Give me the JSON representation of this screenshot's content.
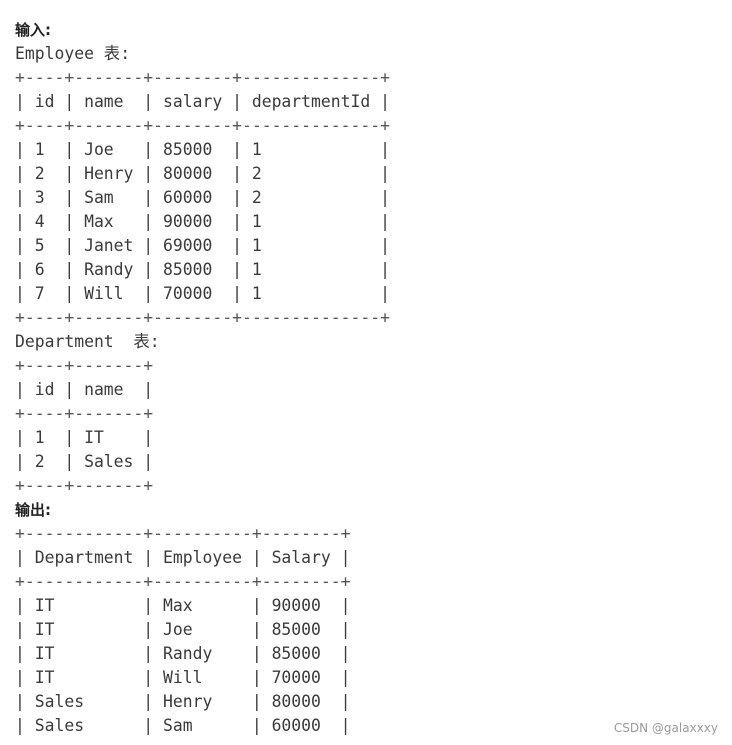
{
  "input_heading": "输入:",
  "employee_title": "Employee 表:",
  "employee_table_lines": [
    "+----+-------+--------+--------------+",
    "| id | name  | salary | departmentId |",
    "+----+-------+--------+--------------+",
    "| 1  | Joe   | 85000  | 1            |",
    "| 2  | Henry | 80000  | 2            |",
    "| 3  | Sam   | 60000  | 2            |",
    "| 4  | Max   | 90000  | 1            |",
    "| 5  | Janet | 69000  | 1            |",
    "| 6  | Randy | 85000  | 1            |",
    "| 7  | Will  | 70000  | 1            |",
    "+----+-------+--------+--------------+"
  ],
  "department_title": "Department  表:",
  "department_table_lines": [
    "+----+-------+",
    "| id | name  |",
    "+----+-------+",
    "| 1  | IT    |",
    "| 2  | Sales |",
    "+----+-------+"
  ],
  "output_heading": "输出:",
  "output_table_lines": [
    "+------------+----------+--------+",
    "| Department | Employee | Salary |",
    "+------------+----------+--------+",
    "| IT         | Max      | 90000  |",
    "| IT         | Joe      | 85000  |",
    "| IT         | Randy    | 85000  |",
    "| IT         | Will     | 70000  |",
    "| Sales      | Henry    | 80000  |",
    "| Sales      | Sam      | 60000  |"
  ],
  "watermark": "CSDN @galaxxxy"
}
